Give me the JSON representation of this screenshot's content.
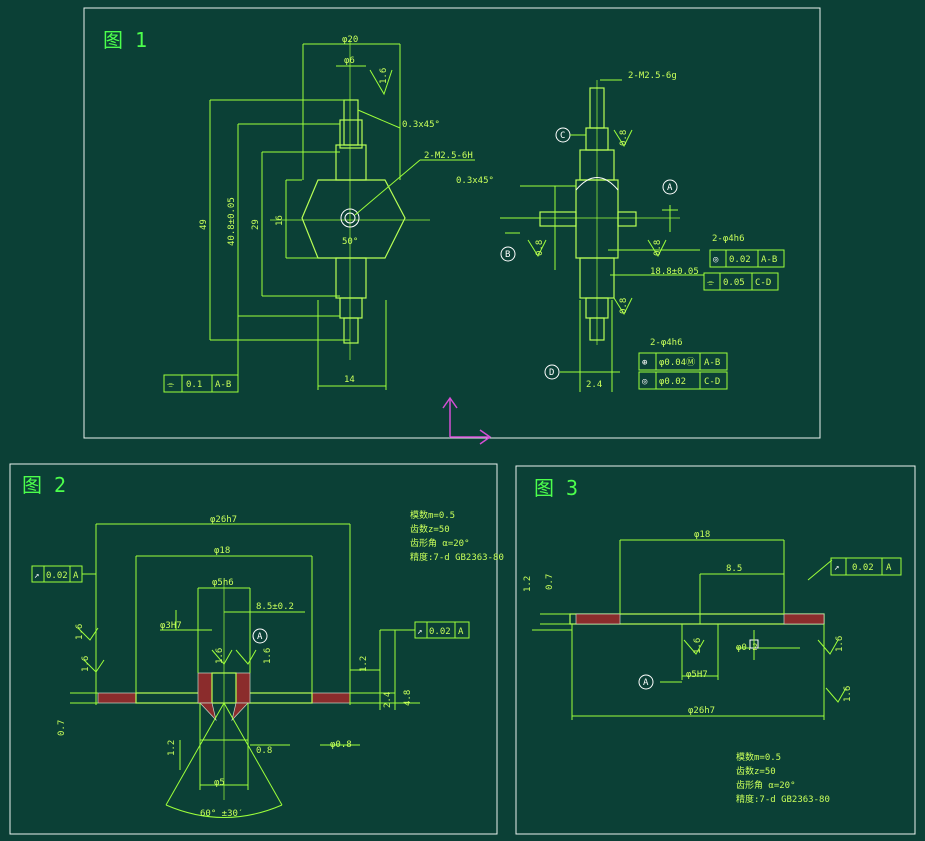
{
  "figures": {
    "fig1": {
      "title": "图 1",
      "dims": {
        "phi20": "φ20",
        "phi6": "φ6",
        "ra16_a": "1.6",
        "chamfer_a": "0.3x45°",
        "m25_6h": "2-M2.5-6H",
        "angle50": "50°",
        "d49": "49",
        "d408": "40.8±0.05",
        "d29": "29",
        "d16": "16",
        "d14": "14",
        "m25_6g": "2-M2.5-6g",
        "ra08_a": "0.8",
        "chamfer_b": "0.3x45°",
        "ra08_b": "0.8",
        "ra08_c": "0.8",
        "d188": "18.8±0.05",
        "d24": "2.4",
        "ra08_d": "0.8",
        "phi4h6_a": "2-φ4h6",
        "phi4h6_b": "2-φ4h6"
      },
      "datums": {
        "a": "A",
        "b": "B",
        "c": "C",
        "d": "D"
      },
      "tol_sym": {
        "sym": "⌯",
        "val": "0.1",
        "ref": "A-B"
      },
      "tol_conc": {
        "sym": "◎",
        "val": "0.02",
        "ref": "A-B"
      },
      "tol_sym2": {
        "sym": "⌯",
        "val": "0.05",
        "ref": "C-D"
      },
      "tol_pos": {
        "sym": "⊕",
        "val": "φ0.04Ⓜ",
        "ref": "A-B"
      },
      "tol_conc2": {
        "sym": "◎",
        "val": "φ0.02",
        "ref": "C-D"
      }
    },
    "fig2": {
      "title": "图 2",
      "dims": {
        "phi26h7": "φ26h7",
        "phi18": "φ18",
        "phi5h6": "φ5h6",
        "phi3h7": "φ3H7",
        "d85": "8.5±0.2",
        "ra16_a": "1.6",
        "ra16_b": "1.6",
        "ra16_c": "1.6",
        "ra16_d": "1.6",
        "d12_a": "1.2",
        "d07": "0.7",
        "d12_b": "1.2",
        "d08_a": "0.8",
        "d08_b": "φ0.8",
        "d24": "2.4",
        "d48": "4.8",
        "phi5": "φ5",
        "angle": "60° ±30′"
      },
      "datum": "A",
      "tol_a": {
        "sym": "↗",
        "val": "0.02",
        "ref": "A"
      },
      "tol_b": {
        "sym": "↗",
        "val": "0.02",
        "ref": "A"
      },
      "notes": [
        "模数m=0.5",
        "齿数z=50",
        "齿形角 α=20°",
        "精度:7-d GB2363-80"
      ]
    },
    "fig3": {
      "title": "图 3",
      "dims": {
        "phi18": "φ18",
        "d85": "8.5",
        "d12": "1.2",
        "d07": "0.7",
        "ra16_a": "1.6",
        "phi5h7": "φ5H7",
        "phi02": "φ0.2",
        "ra16_b": "1.6",
        "ra16_c": "1.6",
        "phi26h7": "φ26h7"
      },
      "datum": "A",
      "tol": {
        "sym": "↗",
        "val": "0.02",
        "ref": "A"
      },
      "notes": [
        "模数m=0.5",
        "齿数z=50",
        "齿形角 α=20°",
        "精度:7-d GB2363-80"
      ]
    }
  },
  "colors": {
    "background": "#0b4036",
    "frame": "#e9f2ee",
    "line": "#9cff3a",
    "text": "#c8ff5a",
    "title": "#4cff4c",
    "hatch": "#8b2c2c",
    "ucs": "#d54fd5"
  },
  "icons": {
    "ucs": "ucs-axis-icon"
  }
}
